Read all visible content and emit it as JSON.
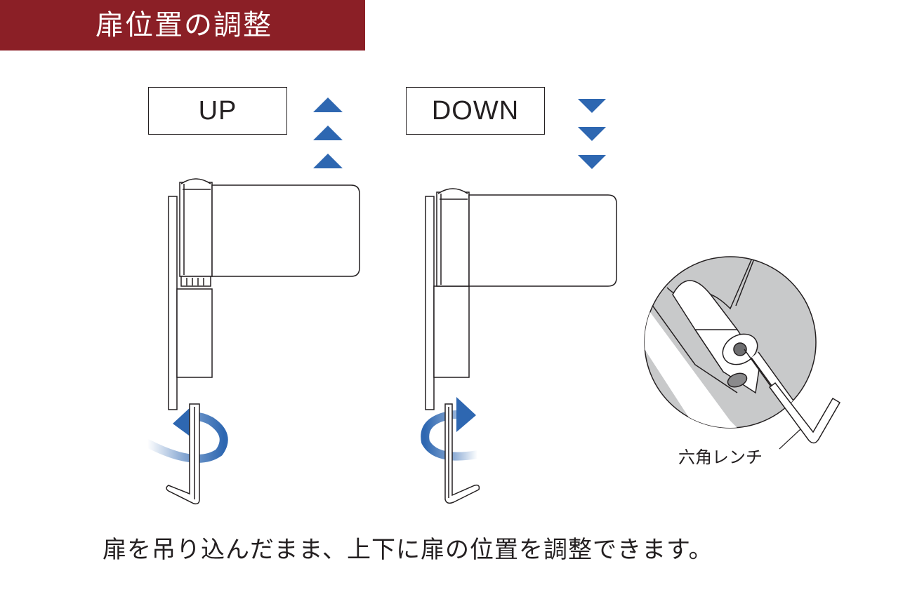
{
  "title": "扉位置の調整",
  "up_label": "UP",
  "down_label": "DOWN",
  "wrench_label": "六角レンチ",
  "caption": "扉を吊り込んだまま、上下に扉の位置を調整できます。",
  "colors": {
    "banner": "#8b1f26",
    "arrow_blue": "#2e67b1",
    "line": "#231f20",
    "detail_gray": "#c8c9ca"
  },
  "icons": {
    "up_arrows": "triangle-up-icon",
    "down_arrows": "triangle-down-icon",
    "rotate_ccw": "rotate-counterclockwise-icon",
    "rotate_cw": "rotate-clockwise-icon"
  }
}
